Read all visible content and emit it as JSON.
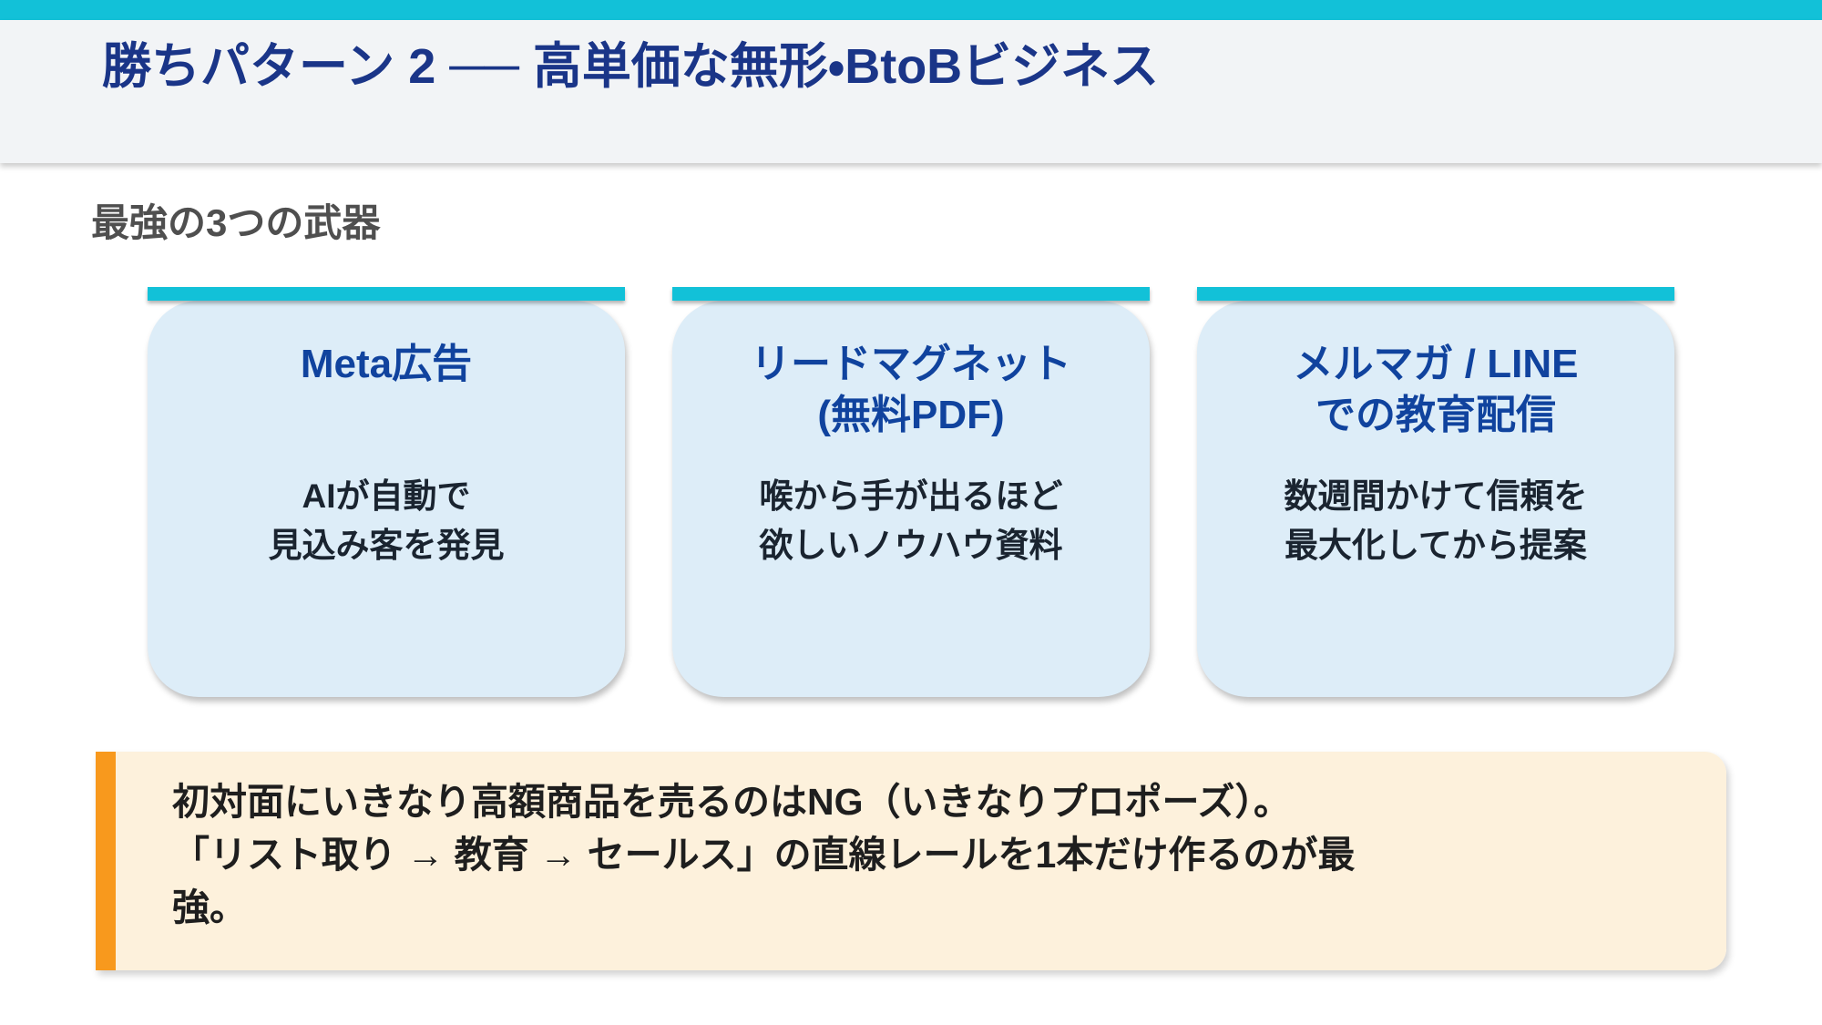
{
  "slide": {
    "title": "勝ちパターン 2 ── 高単価な無形・BtoBビジネス",
    "section_label": "最強の3つの武器"
  },
  "cards": [
    {
      "title_lines": [
        "Meta広告"
      ],
      "body_lines": [
        "AIが自動で",
        "見込み客を発見"
      ]
    },
    {
      "title_lines": [
        "リードマグネット",
        "(無料PDF)"
      ],
      "body_lines": [
        "喉から手が出るほど",
        "欲しいノウハウ資料"
      ]
    },
    {
      "title_lines": [
        "メルマガ / LINE",
        "での教育配信"
      ],
      "body_lines": [
        "数週間かけて信頼を",
        "最大化してから提案"
      ]
    }
  ],
  "callout": {
    "lines": [
      "初対面にいきなり高額商品を売るのはNG（いきなりプロポーズ）。",
      "「リスト取り → 教育 → セールス」の直線レールを1本だけ作るのが最",
      "強。"
    ]
  },
  "colors": {
    "accent_cyan": "#12c1d8",
    "header_bg": "#f2f4f6",
    "header_title_navy": "#1a3588",
    "section_label_gray": "#4f4f4f",
    "card_bg": "#ddedf8",
    "card_title_blue": "#10439e",
    "card_text_dark": "#1a2430",
    "callout_bg": "#fdf1dc",
    "callout_accent_orange": "#f8991d",
    "callout_text": "#1e1e1e"
  }
}
